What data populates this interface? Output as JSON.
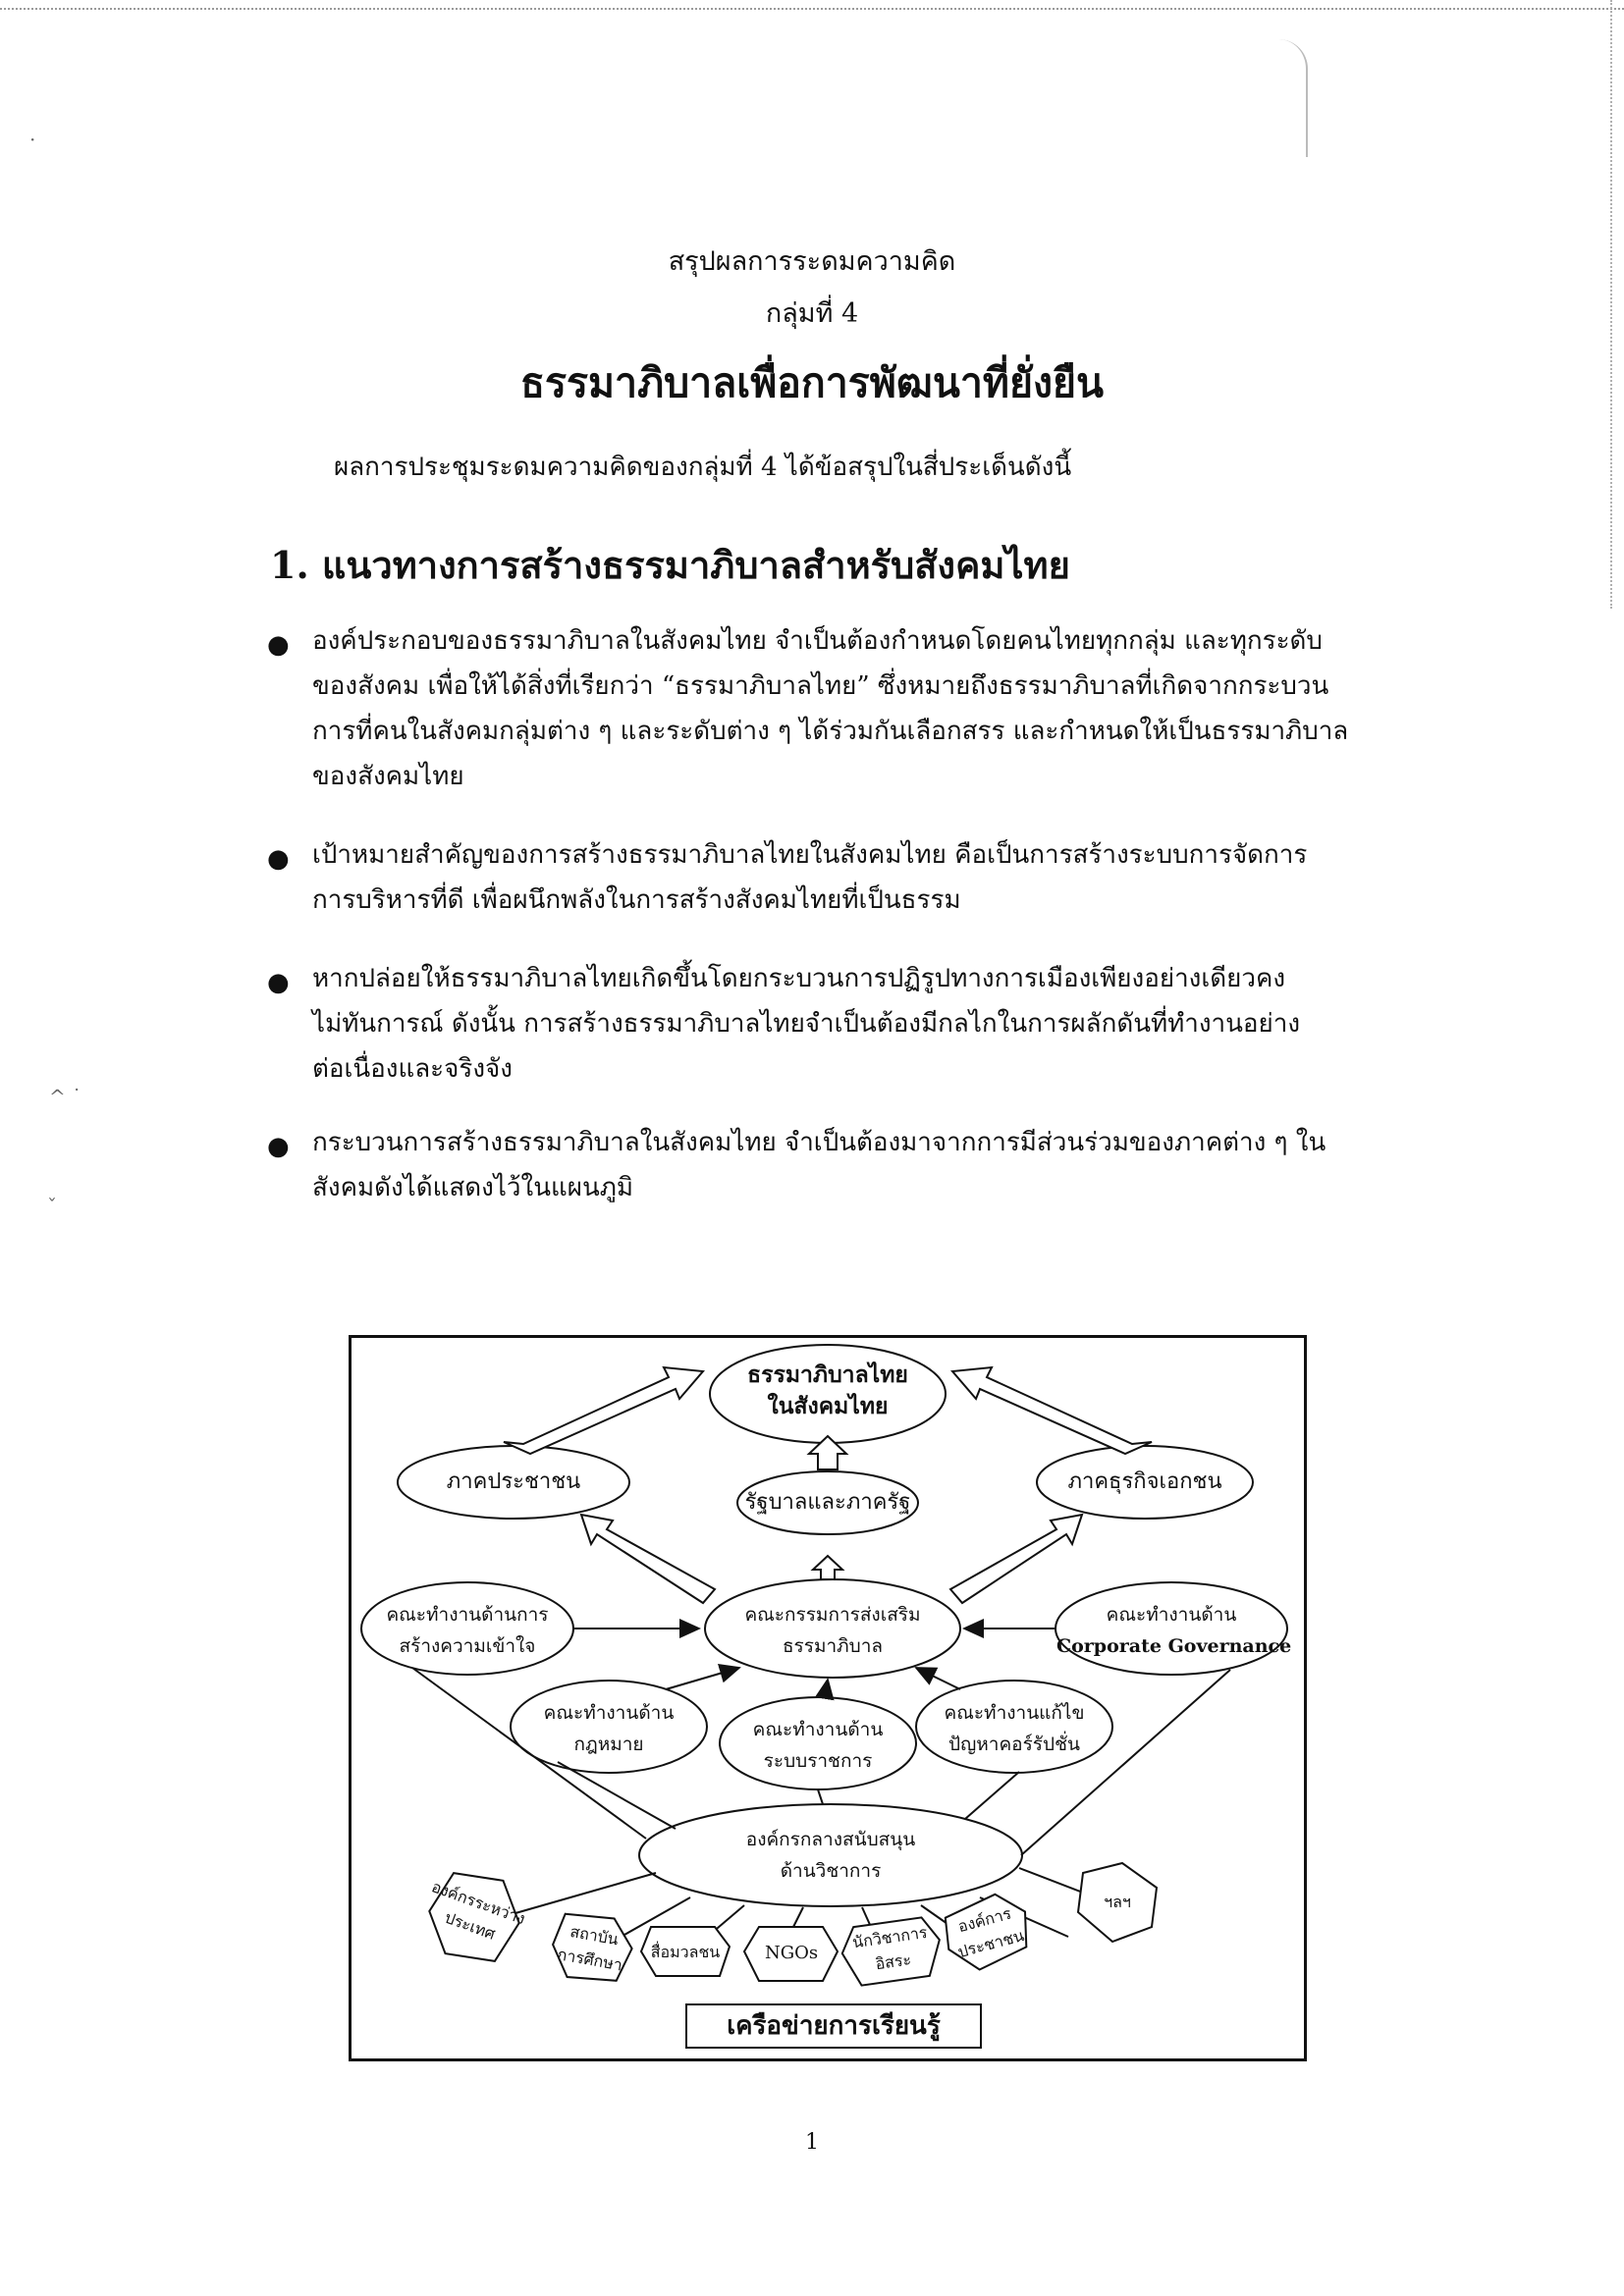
{
  "header": {
    "summary": "สรุปผลการระดมความคิด",
    "group": "กลุ่มที่  4",
    "title": "ธรรมาภิบาลเพื่อการพัฒนาที่ยั่งยืน"
  },
  "intro": "ผลการประชุมระดมความคิดของกลุ่มที่ 4 ได้ข้อสรุปในสี่ประเด็นดังนี้",
  "section1": {
    "heading": "1.  แนวทางการสร้างธรรมาภิบาลสำหรับสังคมไทย",
    "bullets": [
      {
        "lines": [
          "องค์ประกอบของธรรมาภิบาลในสังคมไทย จำเป็นต้องกำหนดโดยคนไทยทุกกลุ่ม และทุกระดับ",
          "ของสังคม เพื่อให้ได้สิ่งที่เรียกว่า “ธรรมาภิบาลไทย” ซึ่งหมายถึงธรรมาภิบาลที่เกิดจากกระบวน",
          "การที่คนในสังคมกลุ่มต่าง ๆ และระดับต่าง ๆ ได้ร่วมกันเลือกสรร และกำหนดให้เป็นธรรมาภิบาล",
          "ของสังคมไทย"
        ]
      },
      {
        "lines": [
          "เป้าหมายสำคัญของการสร้างธรรมาภิบาลไทยในสังคมไทย คือเป็นการสร้างระบบการจัดการ",
          "การบริหารที่ดี เพื่อผนึกพลังในการสร้างสังคมไทยที่เป็นธรรม"
        ]
      },
      {
        "lines": [
          "หากปล่อยให้ธรรมาภิบาลไทยเกิดขึ้นโดยกระบวนการปฏิรูปทางการเมืองเพียงอย่างเดียวคง",
          "ไม่ทันการณ์ ดังนั้น การสร้างธรรมาภิบาลไทยจำเป็นต้องมีกลไกในการผลักดันที่ทำงานอย่าง",
          "ต่อเนื่องและจริงจัง"
        ]
      },
      {
        "lines": [
          "กระบวนการสร้างธรรมาภิบาลในสังคมไทย  จำเป็นต้องมาจากการมีส่วนร่วมของภาคต่าง ๆ ใน",
          "สังคมดังได้แสดงไว้ในแผนภูมิ"
        ]
      }
    ]
  },
  "diagram": {
    "top": [
      "ธรรมาภิบาลไทย",
      "ในสังคมไทย"
    ],
    "people_sector": "ภาคประชาชน",
    "government": "รัฐบาลและภาครัฐ",
    "business_sector": "ภาคธุรกิจเอกชน",
    "committee": [
      "คณะกรรมการส่งเสริม",
      "ธรรมาภิบาล"
    ],
    "wg_understanding": [
      "คณะทำงานด้านการ",
      "สร้างความเข้าใจ"
    ],
    "wg_corporate": [
      "คณะทำงานด้าน",
      "Corporate Governance"
    ],
    "wg_law": [
      "คณะทำงานด้าน",
      "กฎหมาย"
    ],
    "wg_civil_service": [
      "คณะทำงานด้าน",
      "ระบบราชการ"
    ],
    "wg_corruption": [
      "คณะทำงานแก้ไข",
      "ปัญหาคอร์รัปชั่น"
    ],
    "central_org": [
      "องค์กรกลางสนับสนุน",
      "ด้านวิชาการ"
    ],
    "network": [
      [
        "องค์กรระหว่าง",
        "ประเทศ"
      ],
      [
        "สถาบัน",
        "การศึกษา"
      ],
      [
        "สื่อมวลชน"
      ],
      [
        "NGOs"
      ],
      [
        "นักวิชาการ",
        "อิสระ"
      ],
      [
        "องค์การ",
        "ประชาชน"
      ],
      [
        "ฯลฯ"
      ]
    ],
    "network_label": "เครือข่ายการเรียนรู้"
  },
  "page_number": "1"
}
